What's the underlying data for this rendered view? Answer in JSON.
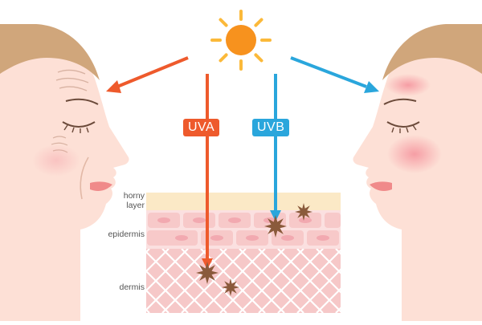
{
  "labels": {
    "uva": "UVA",
    "uvb": "UVB",
    "horny_layer_line1": "horny",
    "horny_layer_line2": "layer",
    "epidermis": "epidermis",
    "dermis": "dermis"
  },
  "colors": {
    "uva": "#ee5a2c",
    "uvb": "#2aa6dc",
    "sun": "#f7921e",
    "sun_rays": "#fbb93a",
    "skin": "#fde0d6",
    "hair": "#d0a67b",
    "horny_layer": "#fbe9c6",
    "epidermis_cell": "#f7c9c9",
    "dermis": "#f6c8c8",
    "damage_spot": "#8a5a3b",
    "cheek_blush": "#f27a8a"
  },
  "icons": {
    "sun": "sun-icon",
    "damage": "starburst-icon"
  }
}
